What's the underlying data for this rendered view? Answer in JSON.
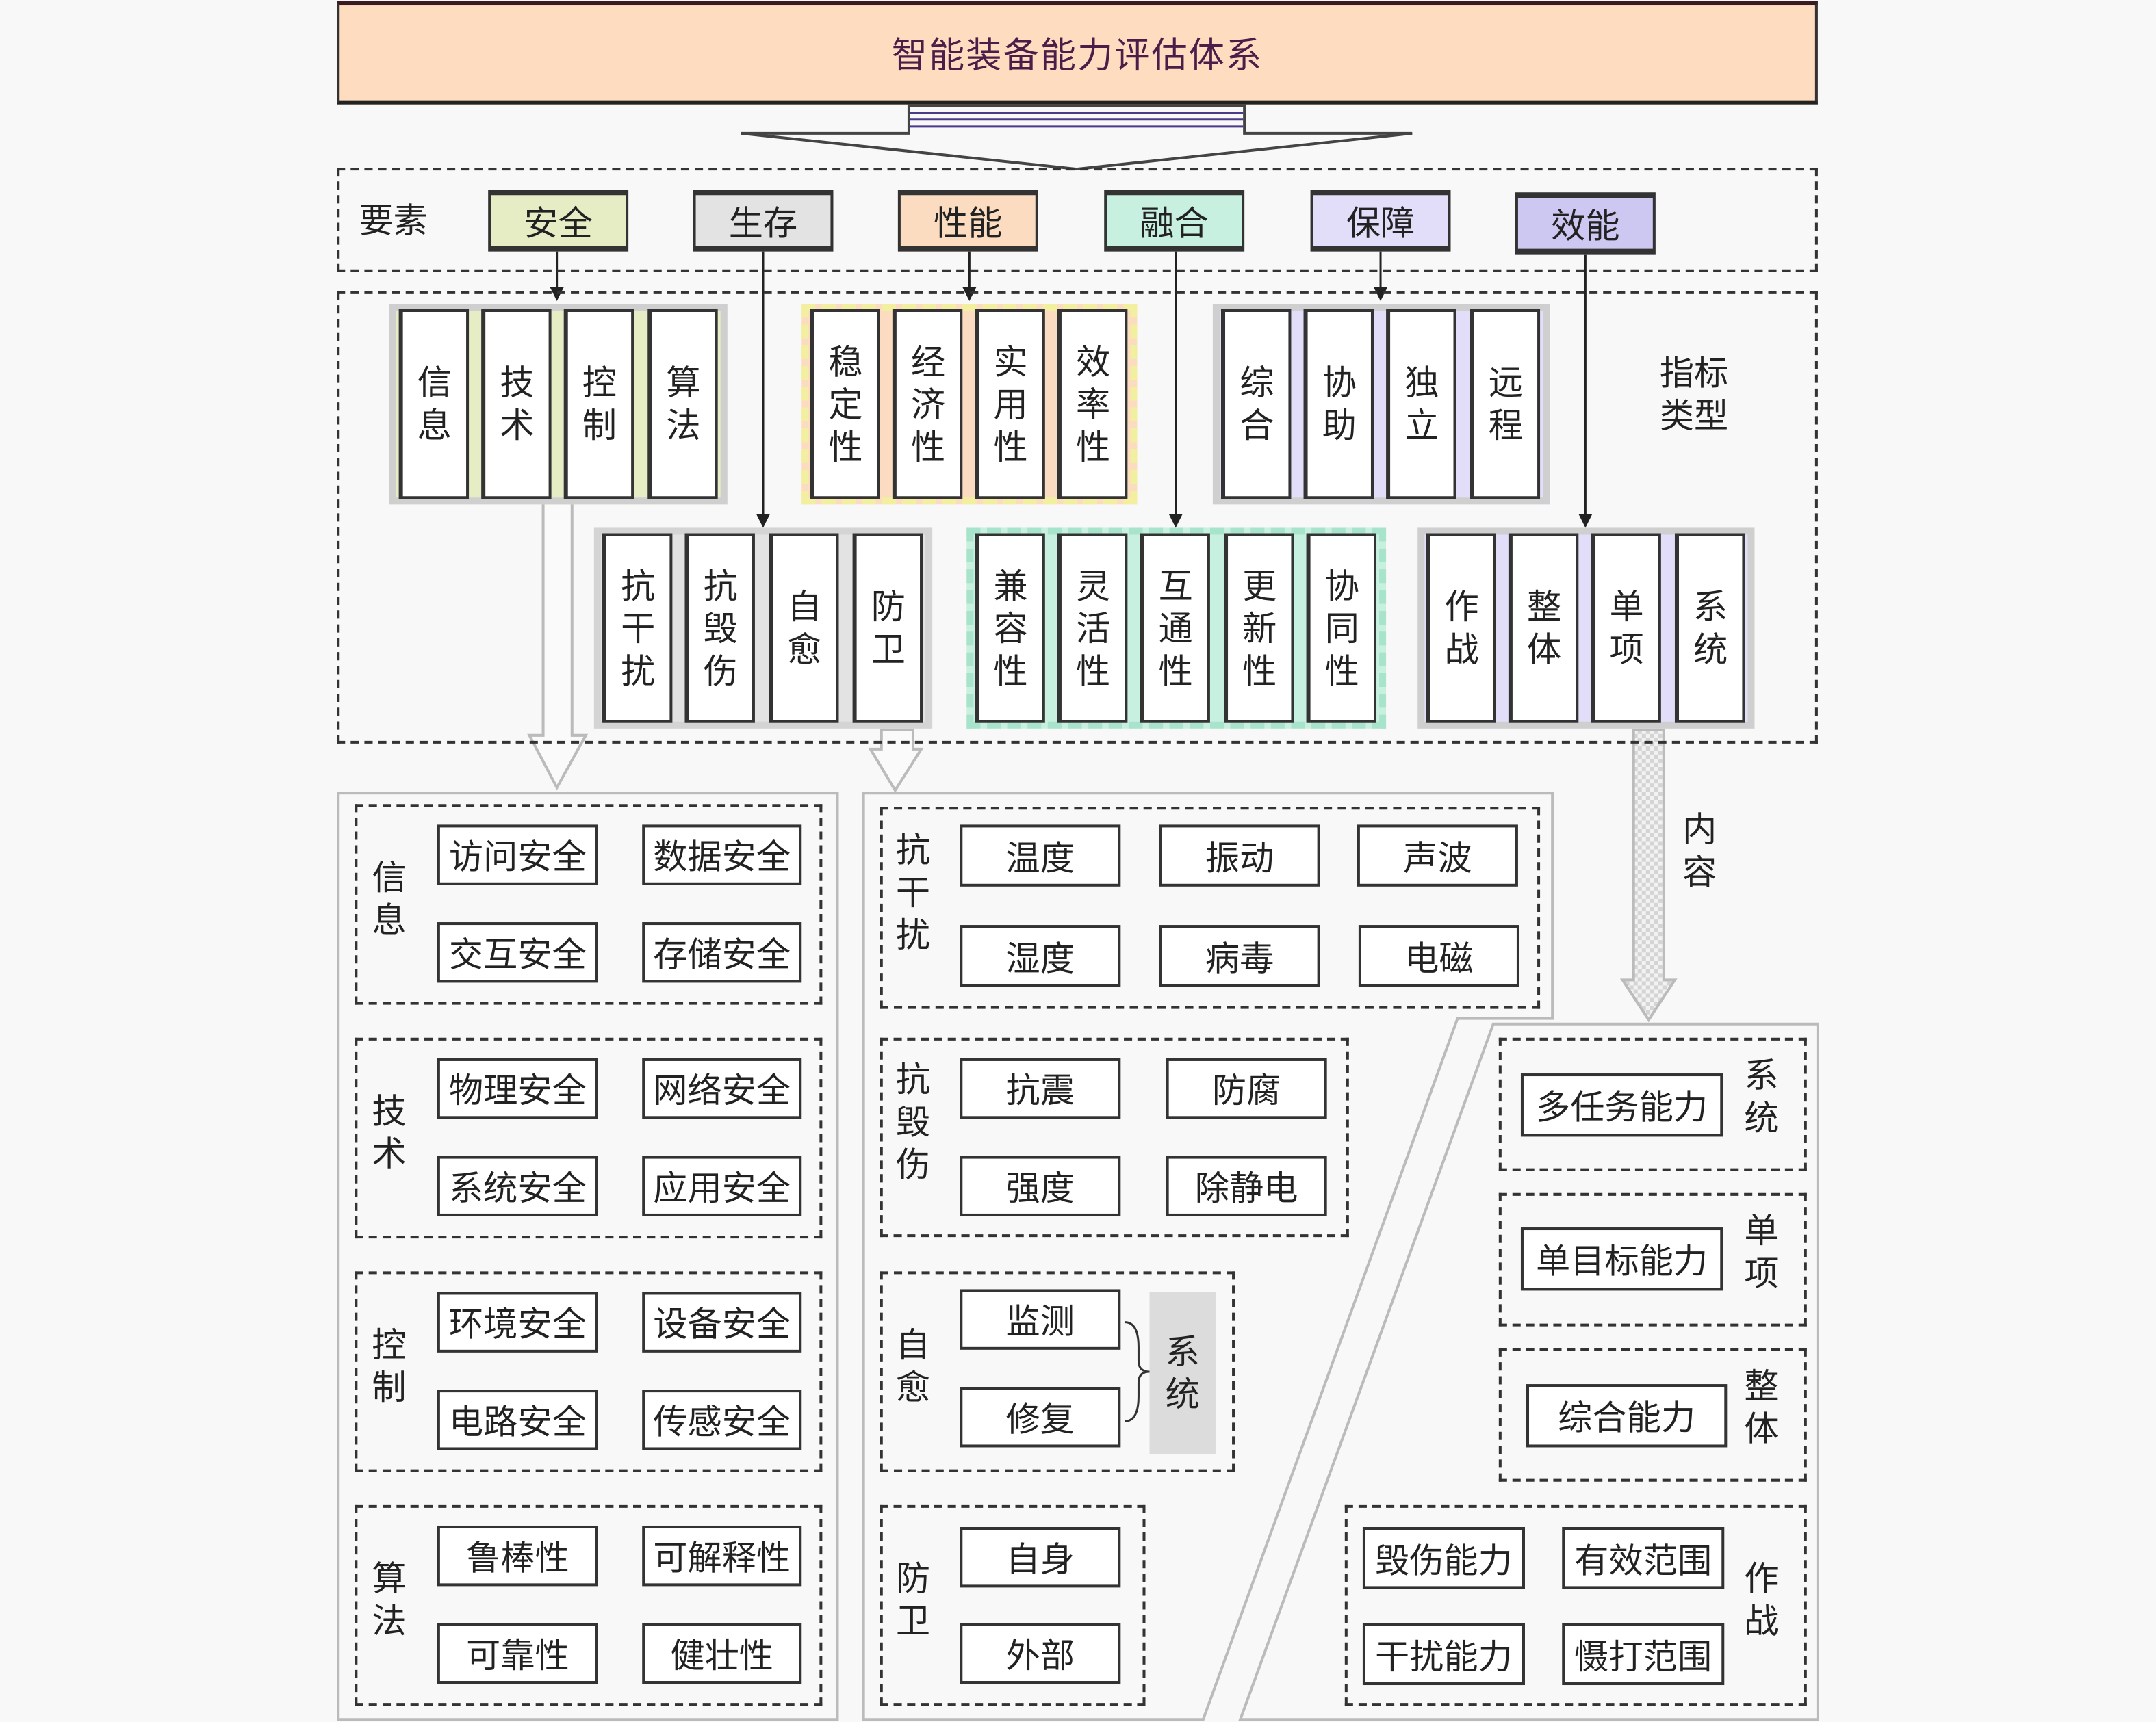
{
  "title": "智能装备能力评估体系",
  "elements": {
    "label": "要素",
    "items": [
      {
        "label": "安全",
        "color": "#e6ecc4"
      },
      {
        "label": "生存",
        "color": "#e3e3e3"
      },
      {
        "label": "性能",
        "color": "#fcdcc0"
      },
      {
        "label": "融合",
        "color": "#c8f0e0"
      },
      {
        "label": "保障",
        "color": "#e2defa"
      },
      {
        "label": "效能",
        "color": "#ccc8f2"
      }
    ]
  },
  "indicator_label": "指标类型",
  "indicator_groups": [
    {
      "element": "安全",
      "items": [
        "信息",
        "技术",
        "控制",
        "算法"
      ]
    },
    {
      "element": "性能",
      "items": [
        "稳定性",
        "经济性",
        "实用性",
        "效率性"
      ]
    },
    {
      "element": "保障",
      "items": [
        "综合",
        "协助",
        "独立",
        "远程"
      ]
    },
    {
      "element": "生存",
      "items": [
        "抗干扰",
        "抗毁伤",
        "自愈",
        "防卫"
      ]
    },
    {
      "element": "融合",
      "items": [
        "兼容性",
        "灵活性",
        "互通性",
        "更新性",
        "协同性"
      ]
    },
    {
      "element": "效能",
      "items": [
        "作战",
        "整体",
        "单项",
        "系统"
      ]
    }
  ],
  "content_label": "内容",
  "content": {
    "safety": [
      {
        "label": "信息",
        "items": [
          "访问安全",
          "数据安全",
          "交互安全",
          "存储安全"
        ]
      },
      {
        "label": "技术",
        "items": [
          "物理安全",
          "网络安全",
          "系统安全",
          "应用安全"
        ]
      },
      {
        "label": "控制",
        "items": [
          "环境安全",
          "设备安全",
          "电路安全",
          "传感安全"
        ]
      },
      {
        "label": "算法",
        "items": [
          "鲁棒性",
          "可解释性",
          "可靠性",
          "健壮性"
        ]
      }
    ],
    "survival": [
      {
        "label": "抗干扰",
        "items": [
          "温度",
          "振动",
          "声波",
          "湿度",
          "病毒",
          "电磁"
        ]
      },
      {
        "label": "抗毁伤",
        "items": [
          "抗震",
          "防腐",
          "强度",
          "除静电"
        ]
      },
      {
        "label": "自愈",
        "items": [
          "监测",
          "修复"
        ],
        "group": "系统"
      },
      {
        "label": "防卫",
        "items": [
          "自身",
          "外部"
        ]
      }
    ],
    "effectiveness": [
      {
        "label": "系统",
        "items": [
          "多任务能力"
        ]
      },
      {
        "label": "单项",
        "items": [
          "单目标能力"
        ]
      },
      {
        "label": "整体",
        "items": [
          "综合能力"
        ]
      },
      {
        "label": "作战",
        "items": [
          "毁伤能力",
          "有效范围",
          "干扰能力",
          "慑打范围"
        ]
      }
    ]
  }
}
